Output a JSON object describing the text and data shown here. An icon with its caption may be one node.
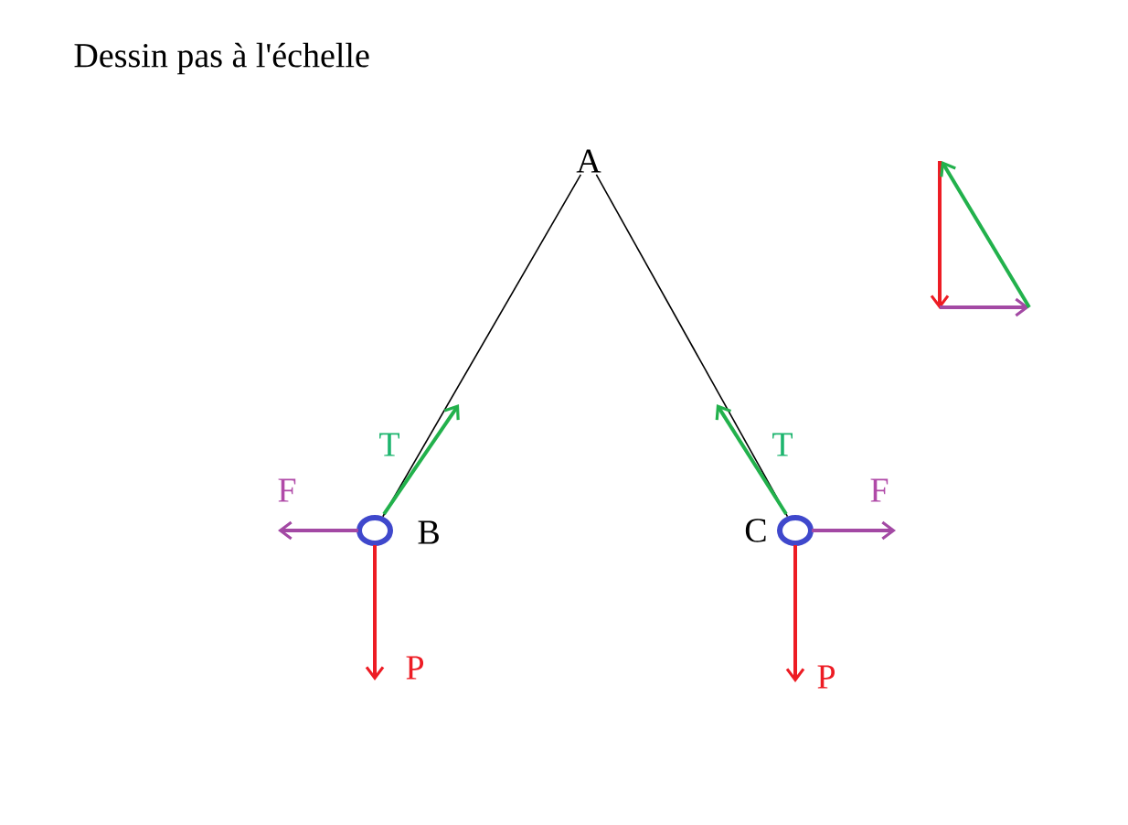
{
  "diagram": {
    "title": "Dessin pas à l'échelle",
    "nodes": [
      {
        "text": [
          "A"
        ]
      },
      {
        "text": [],
        "shape": "circle",
        "beside": [
          "B"
        ]
      },
      {
        "text": [],
        "shape": "circle",
        "beside": [
          "C"
        ]
      }
    ],
    "edges": [
      {
        "from": 0,
        "to": 1,
        "arrow": "none"
      },
      {
        "from": 0,
        "to": 2,
        "arrow": "none"
      }
    ],
    "labels": [
      "T",
      "F",
      "P",
      "T",
      "F",
      "P"
    ]
  }
}
